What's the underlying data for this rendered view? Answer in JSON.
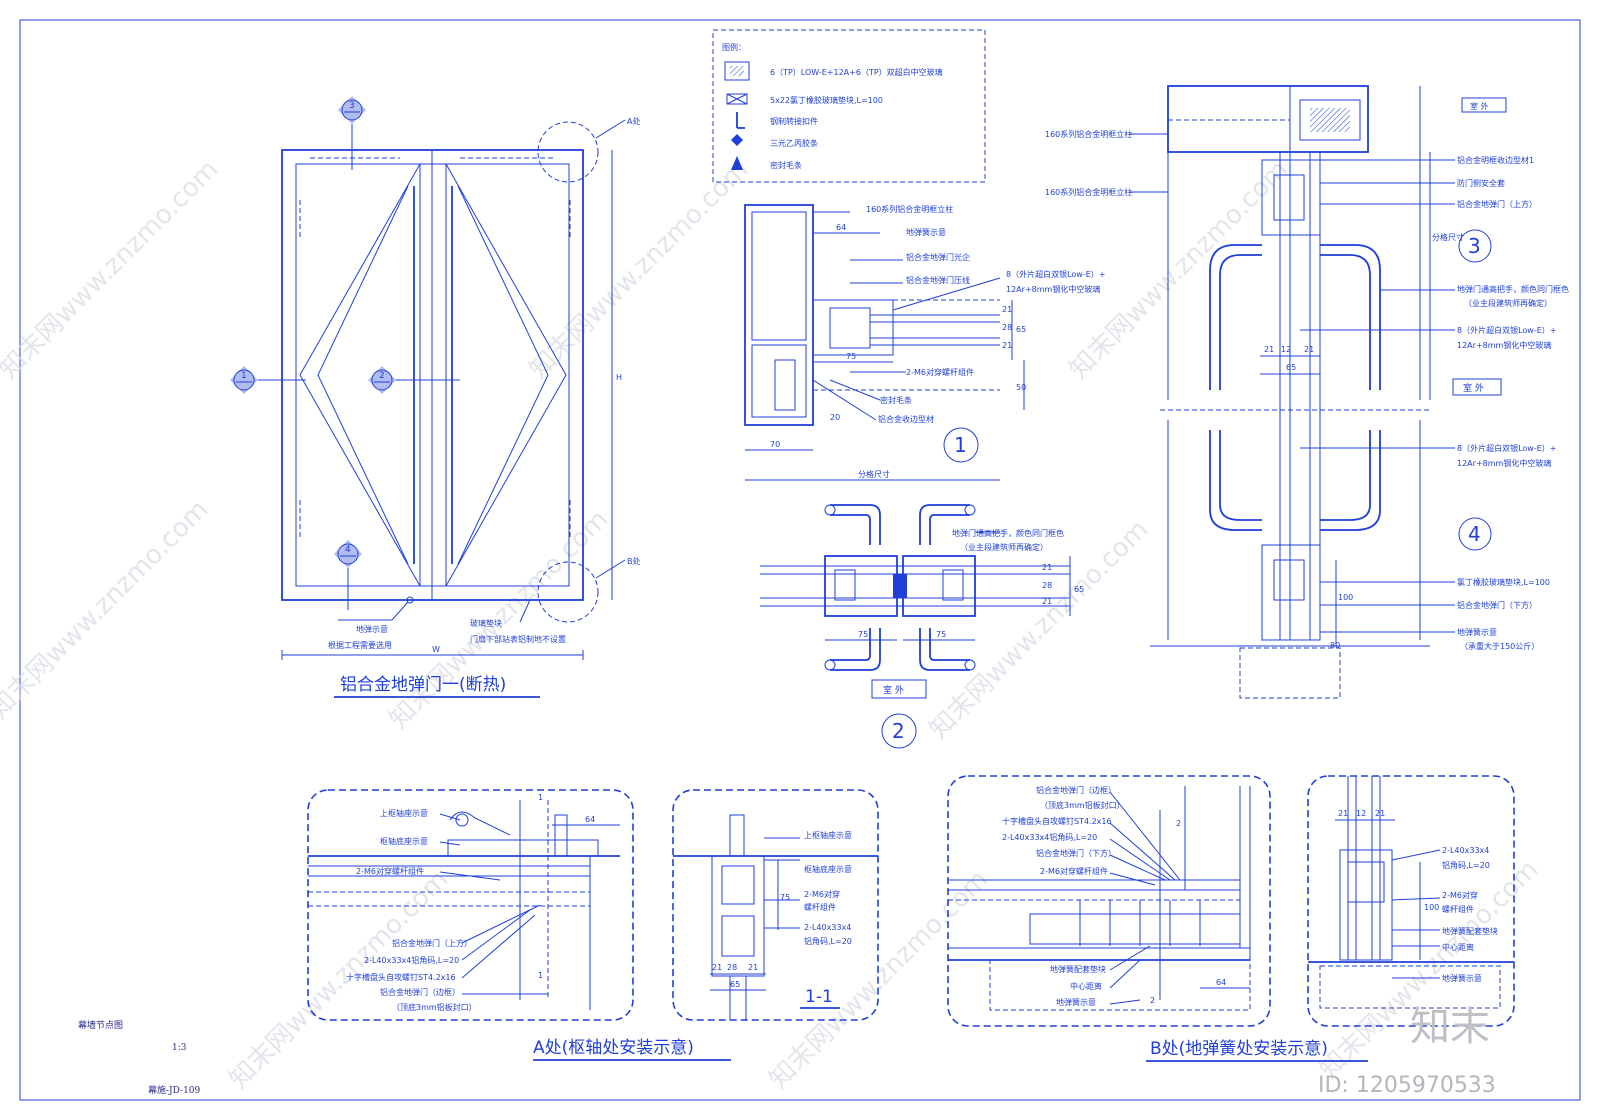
{
  "legend": {
    "title": "图例：",
    "items": [
      "6（TP）LOW-E+12A+6（TP）双超白中空玻璃",
      "5x22氯丁橡胶玻璃垫块,L=100",
      "钢制转接扣件",
      "三元乙丙胶条",
      "密封毛条"
    ]
  },
  "elevation": {
    "title": "铝合金地弹门一(断热)",
    "markers": [
      "3",
      "2",
      "1",
      "4"
    ],
    "label_a": "A处",
    "label_b": "B处",
    "note1": "地弹示意",
    "note2": "根据工程需要选用",
    "note3": "玻璃垫块",
    "note4": "门扇下部站表铝制地不设置",
    "dim_w": "W",
    "dim_h": "H"
  },
  "detail1": {
    "number": "1",
    "labels": [
      "160系列铝合金明框立柱",
      "铝合金地弹门光企",
      "铝合金地弹门压线",
      "8（外片超白双银Low-E）+",
      "12Ar+8mm钢化中空玻璃",
      "2-M6对穿螺杆组件",
      "密封毛条",
      "铝合金收边型材",
      "地弹簧示意"
    ],
    "dims": [
      "64",
      "70",
      "75",
      "21",
      "28",
      "21",
      "65",
      "50",
      "20",
      "分格尺寸"
    ]
  },
  "detail2": {
    "number": "2",
    "outside": "室 外",
    "labels": [
      "地弹门通高把手，颜色同门框色",
      "（业主段建筑师再确定）"
    ],
    "dims": [
      "75",
      "75",
      "65",
      "21",
      "28",
      "21"
    ]
  },
  "detail3": {
    "number": "3",
    "outside": "室 外",
    "labels": [
      "160系列铝合金明框立柱",
      "160系列铝合金明框立柱",
      "铝合金明框收边型材1",
      "防门侧安全套",
      "铝合金地弹门（上方）",
      "地弹门通高把手，颜色同门框色",
      "（业主段建筑师再确定）",
      "8（外片超白双银Low-E）+",
      "12Ar+8mm钢化中空玻璃"
    ],
    "dims": [
      "21",
      "12",
      "21",
      "65",
      "分格尺寸"
    ]
  },
  "detail4": {
    "number": "4",
    "labels": [
      "8（外片超白双银Low-E）+",
      "12Ar+8mm钢化中空玻璃",
      "氯丁橡胶玻璃垫块,L=100",
      "铝合金地弹门（下方）",
      "地弹簧示意",
      "（承重大于150公斤）"
    ],
    "dims": [
      "100",
      "80"
    ]
  },
  "detailA": {
    "title": "A处(枢轴处安装示意)",
    "labels": [
      "上枢轴座示意",
      "枢轴底座示意",
      "2-M6对穿螺杆组件",
      "铝合金地弹门（上方）",
      "2-L40x33x4铝角码,L=20",
      "十字槽盘头自攻螺钉ST4.2x16",
      "铝合金地弹门（边框）",
      "（顶底3mm铝板封口）"
    ],
    "cut": "1",
    "dims": [
      "64"
    ]
  },
  "detail11": {
    "title": "1-1",
    "labels": [
      "上枢轴座示意",
      "枢轴底座示意",
      "2-M6对穿",
      "螺杆组件",
      "2-L40x33x4",
      "铝角码,L=20"
    ],
    "dims": [
      "75",
      "21",
      "28",
      "21",
      "65"
    ]
  },
  "detailB": {
    "title": "B处(地弹簧处安装示意)",
    "labels": [
      "铝合金地弹门（边框）",
      "（顶底3mm铝板封口）",
      "十字槽盘头自攻螺钉ST4.2x16",
      "2-L40x33x4铝角码,L=20",
      "铝合金地弹门（下方）",
      "2-M6对穿螺杆组件",
      "地弹簧配套垫块",
      "中心距离",
      "地弹簧示意"
    ],
    "cut": "2",
    "dims": [
      "64"
    ]
  },
  "detail22": {
    "labels": [
      "2-L40x33x4",
      "铝角码,L=20",
      "2-M6对穿",
      "螺杆组件",
      "地弹簧配套垫块",
      "中心距离",
      "地弹簧示意"
    ],
    "dims": [
      "21",
      "12",
      "21",
      "100"
    ]
  },
  "titleblock": {
    "name": "幕墙节点图",
    "scale": "1:3",
    "code": "幕施-JD-109"
  },
  "watermark": {
    "text": "知末网www.znzmo.com",
    "logo": "知末",
    "id": "ID: 1205970533"
  }
}
